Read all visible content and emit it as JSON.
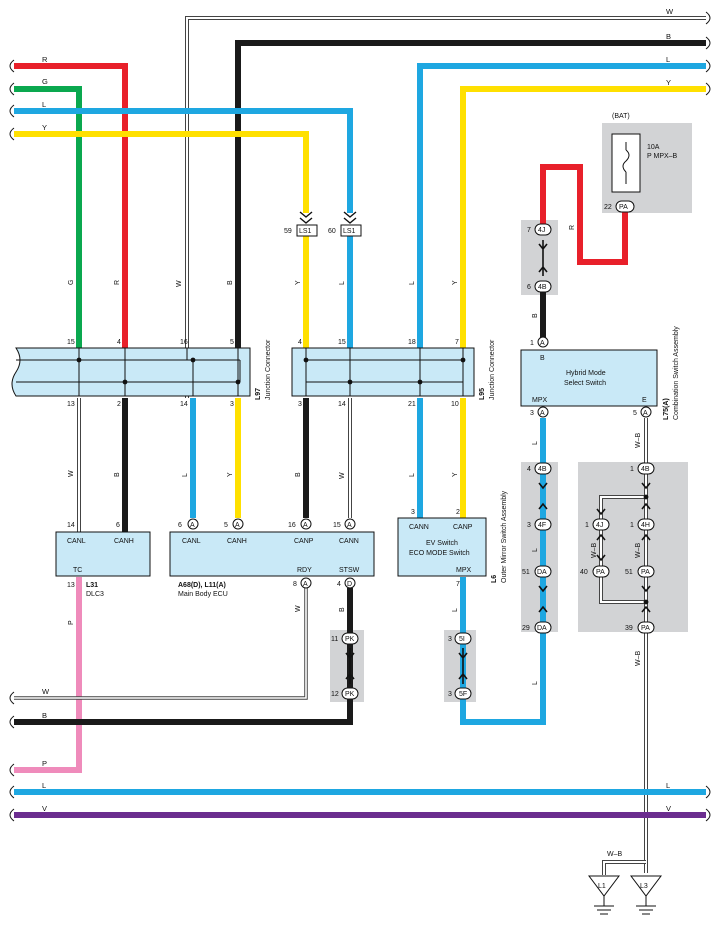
{
  "colors": {
    "red": "#e8202a",
    "green": "#0aa84f",
    "blue": "#1ea7e1",
    "yellow": "#ffe000",
    "black": "#1a1a1a",
    "pink": "#ef8bbb",
    "purple": "#6b2d8f",
    "white_wire": "#ffffff",
    "component_fill": "#c9e9f7",
    "group_fill": "#d2d3d5"
  },
  "wires_left": {
    "r": "R",
    "g": "G",
    "l": "L",
    "y": "Y",
    "w": "W",
    "b": "B",
    "p": "P",
    "l2": "L",
    "v": "V"
  },
  "wires_right": {
    "w": "W",
    "b": "B",
    "l": "L",
    "y": "Y",
    "l2": "L",
    "v": "V"
  },
  "vertical_wire_labels": {
    "g": "G",
    "r": "R",
    "w": "W",
    "b": "B",
    "y": "Y",
    "l": "L",
    "l2": "L",
    "y2": "Y",
    "r_bat": "R",
    "b_mode": "B",
    "w_l97": "W",
    "b_l97": "B",
    "l_l97": "L",
    "y_l97": "Y",
    "b_l95": "B",
    "w_l95": "W",
    "l_l95": "L",
    "y_l95": "Y",
    "p_dlc": "P",
    "w_rdy": "W",
    "b_stsw": "B",
    "l_mirror": "L",
    "l_mpx1": "L",
    "l_mpx2": "L",
    "l_mpx3": "L",
    "wb1": "W–B",
    "wb2": "W–B",
    "wb3": "W–B",
    "wb4": "W–B",
    "wb_ground": "W–B"
  },
  "connectors": {
    "ls1": "LS1",
    "ls1_pin_a": "59",
    "ls1_pin_b": "60",
    "l97": {
      "code": "L97",
      "name": "Junction Connector",
      "top": [
        "15",
        "4",
        "16",
        "5"
      ],
      "bottom": [
        "13",
        "2",
        "14",
        "3"
      ]
    },
    "l95": {
      "code": "L95",
      "name": "Junction Connector",
      "top": [
        "4",
        "15",
        "18",
        "7"
      ],
      "bottom": [
        "3",
        "14",
        "21",
        "10"
      ]
    }
  },
  "fuse": {
    "source": "(BAT)",
    "rating": "10A",
    "name": "P MPX–B",
    "pin": "22",
    "conn": "PA"
  },
  "ecu_dlc": {
    "code": "L31",
    "name": "DLC3",
    "pin_canl": "CANL",
    "pin_canh": "CANH",
    "pin_tc": "TC",
    "n14": "14",
    "n6": "6",
    "n13": "13"
  },
  "ecu_main": {
    "code": "A68(D), L11(A)",
    "name": "Main Body ECU",
    "canl": "CANL",
    "canh": "CANH",
    "canp": "CANP",
    "cann": "CANN",
    "rdy": "RDY",
    "stsw": "STSW",
    "n_canl": "6",
    "c_canl": "A",
    "n_canh": "5",
    "c_canh": "A",
    "n_canp": "16",
    "c_canp": "A",
    "n_cann": "15",
    "c_cann": "A",
    "n_rdy": "8",
    "c_rdy": "A",
    "n_stsw": "4",
    "c_stsw": "D"
  },
  "ev_switch": {
    "code": "L6",
    "name": "Outer Mirror Switch Assembly",
    "line1": "EV Switch",
    "line2": "ECO MODE Switch",
    "cann": "CANN",
    "canp": "CANP",
    "mpx": "MPX",
    "n3": "3",
    "n2": "2",
    "n7": "7"
  },
  "hybrid": {
    "code": "L75(A)",
    "name": "Combination Switch Assembly",
    "line1": "Hybrid Mode",
    "line2": "Select Switch",
    "b": "B",
    "mpx": "MPX",
    "e": "E",
    "n1": "1",
    "c1": "A",
    "n3": "3",
    "c3": "A",
    "n5": "5",
    "c5": "A"
  },
  "joints": {
    "pk_top_n": "11",
    "pk_top_c": "PK",
    "pk_bot_n": "12",
    "pk_bot_c": "PK",
    "mir_top_n": "3",
    "mir_top_c": "5I",
    "mir_bot_n": "3",
    "mir_bot_c": "5F",
    "bat_top_n": "7",
    "bat_top_c": "4J",
    "bat_bot_n": "6",
    "bat_bot_c": "4B",
    "mpx_a_n": "4",
    "mpx_a_c": "4B",
    "mpx_b_n": "3",
    "mpx_b_c": "4F",
    "mpx_c_n": "51",
    "mpx_c_c": "DA",
    "mpx_d_n": "29",
    "mpx_d_c": "DA",
    "e_a_n": "1",
    "e_a_c": "4B",
    "e_j1_n": "1",
    "e_j1_c": "4J",
    "e_j2_n": "1",
    "e_j2_c": "4H",
    "e_p1_n": "40",
    "e_p1_c": "PA",
    "e_p2_n": "51",
    "e_p2_c": "PA",
    "e_p3_n": "39",
    "e_p3_c": "PA"
  },
  "grounds": {
    "g1": "L1",
    "g2": "L3"
  }
}
